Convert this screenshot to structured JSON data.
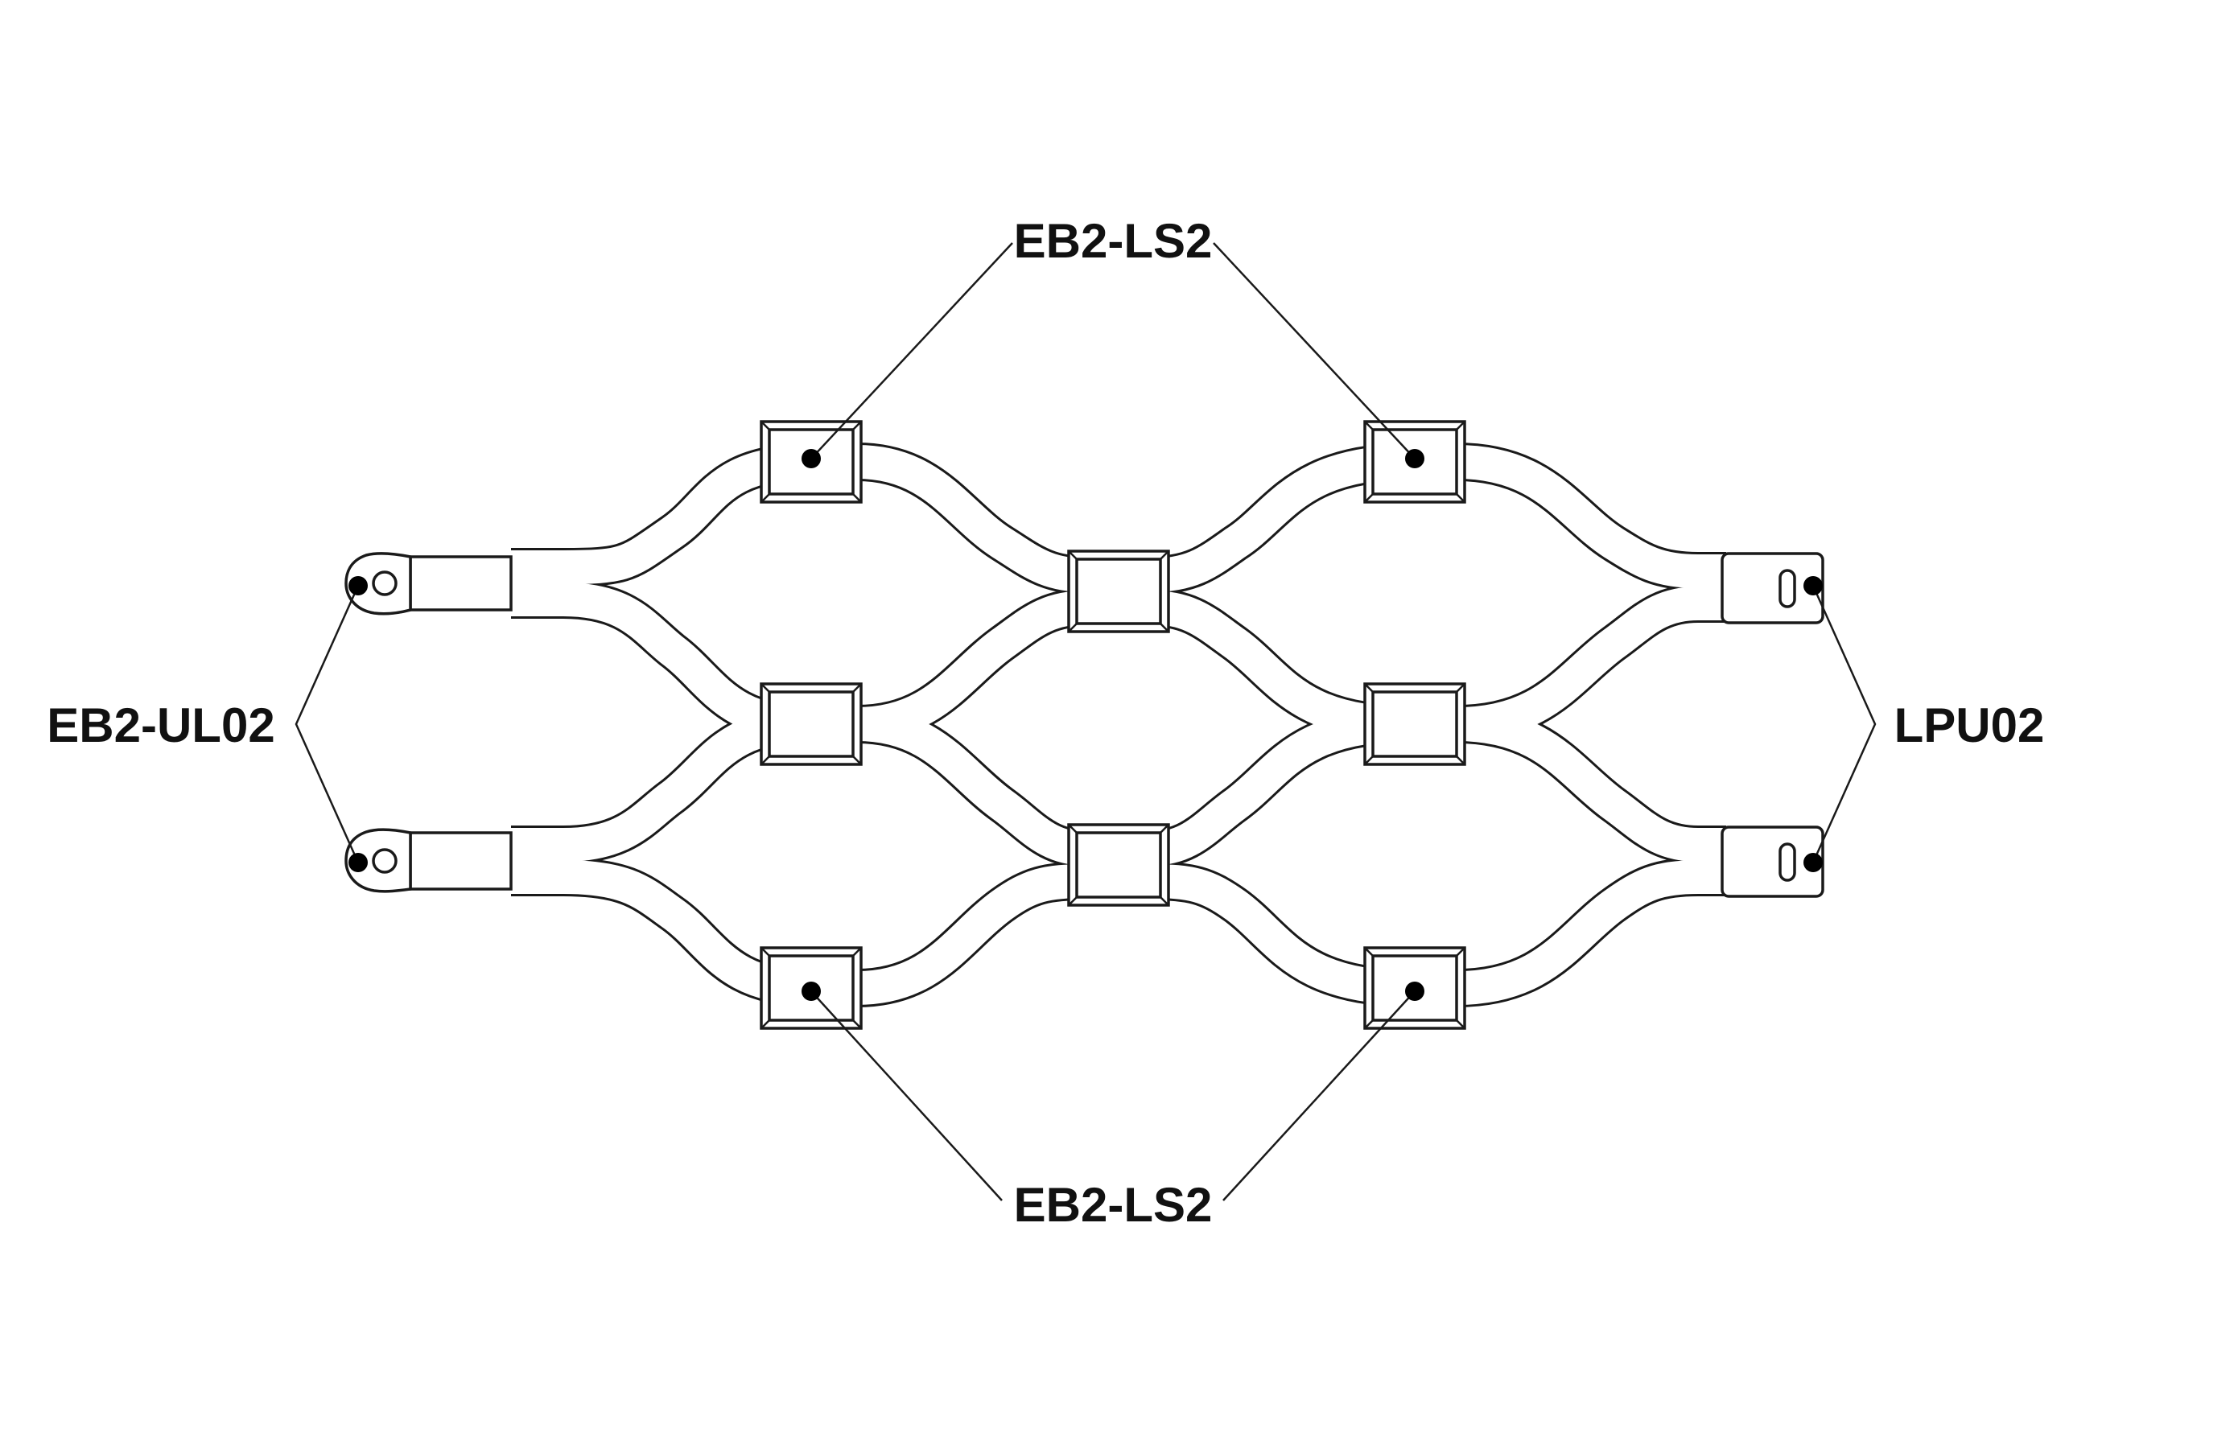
{
  "labels": {
    "top": "EB2-LS2",
    "bottom": "EB2-LS2",
    "left": "EB2-UL02",
    "right": "LPU02"
  },
  "colors": {
    "line": "#1a1a1a",
    "background": "#ffffff"
  },
  "components": {
    "ring_terminal_count": 2,
    "socket_count": 8,
    "end_plug_count": 2
  }
}
